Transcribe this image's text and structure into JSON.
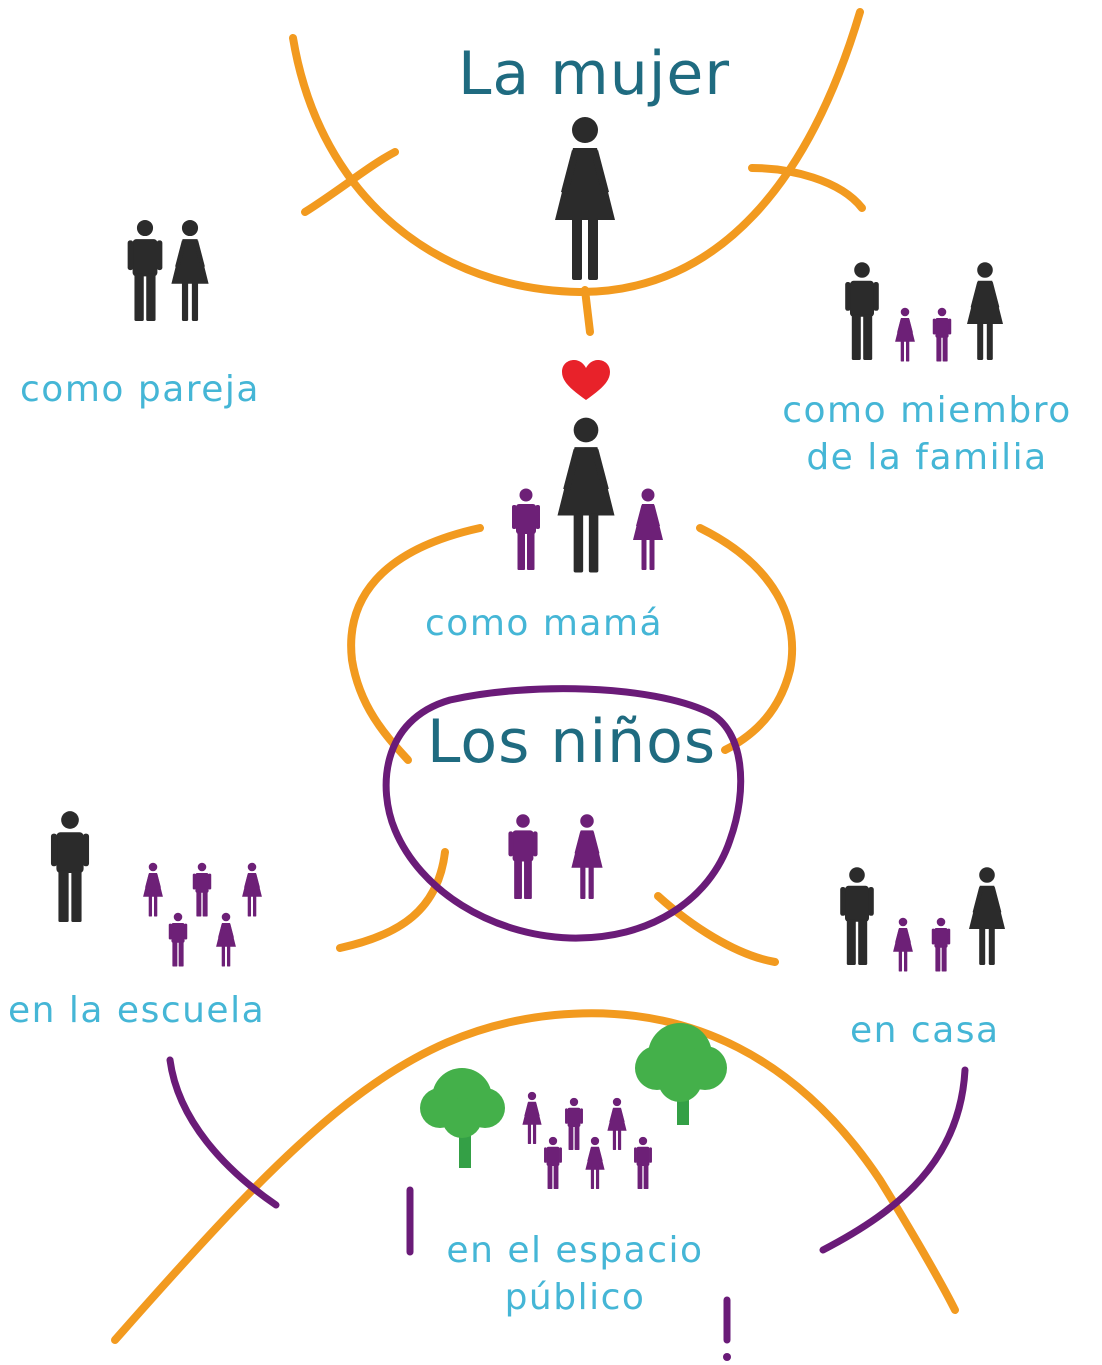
{
  "title_main": "La mujer",
  "title_children": "Los niños",
  "labels": {
    "couple": "como pareja",
    "family_line1": "como miembro",
    "family_line2": "de la familia",
    "mother": "como mamá",
    "school": "en la escuela",
    "home": "en casa",
    "public_line1": "en el espacio",
    "public_line2": "público"
  },
  "colors": {
    "orange": "#f29a1f",
    "purple": "#6a1b78",
    "adult": "#2b2b2b",
    "child": "#6d2077",
    "heart": "#e8222a",
    "tree": "#44b04a",
    "trunk": "#34a046",
    "title": "#1f6b80",
    "label": "#45b6d6"
  },
  "icons": [
    "woman-icon",
    "man-icon",
    "child-boy-icon",
    "child-girl-icon",
    "heart-icon",
    "tree-icon"
  ]
}
